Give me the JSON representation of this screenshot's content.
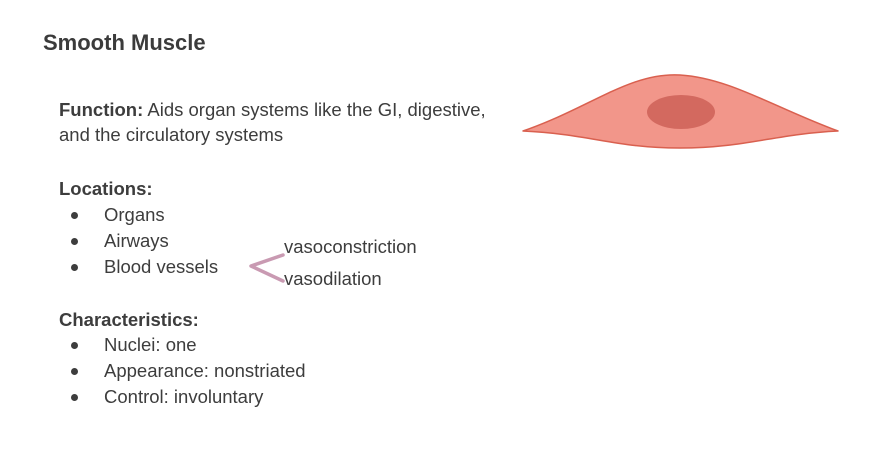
{
  "title": "Smooth Muscle",
  "function": {
    "label": "Function:",
    "text": " Aids organ systems like the GI, digestive, and the circulatory systems"
  },
  "locations": {
    "heading": "Locations:",
    "items": [
      "Organs",
      "Airways",
      "Blood vessels"
    ]
  },
  "blood_vessel_branches": [
    "vasoconstriction",
    "vasodilation"
  ],
  "characteristics": {
    "heading": "Characteristics:",
    "items": [
      "Nuclei: one",
      "Appearance: nonstriated",
      "Control: involuntary"
    ]
  },
  "colors": {
    "cell_fill": "#f2968a",
    "cell_outline": "#d9604f",
    "nucleus_fill": "#d3695f",
    "branch_line": "#c99ab2"
  },
  "icons": {
    "cell_illustration": "smooth-muscle-cell-icon"
  }
}
